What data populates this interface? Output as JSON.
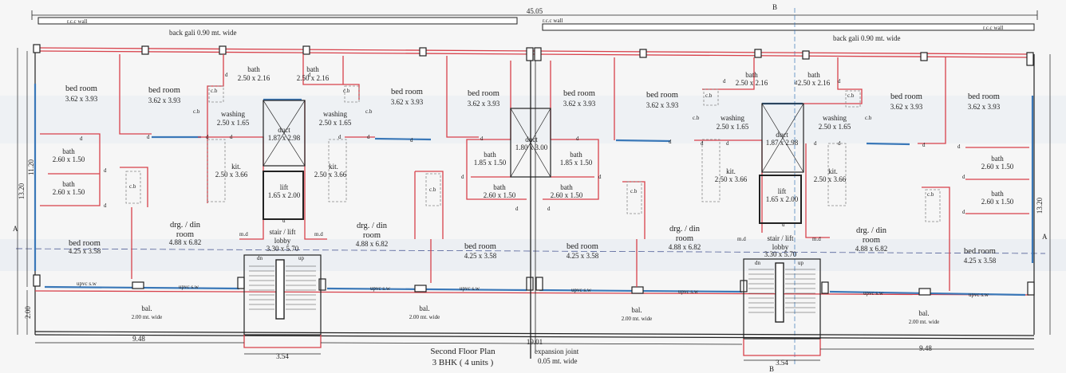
{
  "overall_width": "45.05",
  "rcc_wall": "r.c.c wall",
  "back_gali": "back gali 0.90 mt. wide",
  "section_mark": "B",
  "section_a": "A",
  "left_dims": {
    "outer": "13.20",
    "inner": "11.20",
    "balcony": "2.00"
  },
  "right_dim": "13.20",
  "bottom_dims": {
    "left": "9.48",
    "stair_left": "3.54",
    "middle": "19.01",
    "stair_right": "3.54",
    "right": "9.48"
  },
  "rooms": {
    "bed_room": "bed room",
    "bed_size": "3.62 x 3.93",
    "bed_front_size": "4.25 x 3.58",
    "bath": "bath",
    "bath_size_a": "2.50 x 2.16",
    "bath_size_b": "2.60 x 1.50",
    "bath_size_c": "1.85 x 1.50",
    "washing": "washing",
    "washing_size": "2.50 x 1.65",
    "duct": "duct",
    "duct_size_a": "1.87 x 2.98",
    "duct_size_b": "1.80 x 3.00",
    "kit": "kit.",
    "kit_size": "2.50 x 3.66",
    "lift": "lift",
    "lift_size": "1.65 x 2.00",
    "drg_din": "drg. / din",
    "room": "room",
    "drg_size": "4.88 x 6.82",
    "stair_lobby": "stair / lift",
    "lobby": "lobby",
    "lobby_size": "3.30 x 5.70",
    "bal": "bal.",
    "bal_wide": "2.00 mt. wide",
    "cb": "c.b",
    "d": "d",
    "md": "m.d",
    "dn": "dn",
    "up": "up",
    "upvc": "upvc s.w"
  },
  "title": {
    "line1": "Second Floor Plan",
    "line2": "3 BHK ( 4 units )"
  },
  "expansion": {
    "line1": "expansion joint",
    "line2": "0.05 mt. wide"
  }
}
